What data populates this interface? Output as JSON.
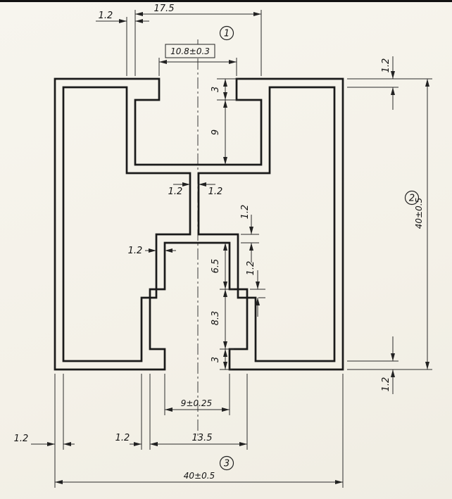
{
  "drawing": {
    "type": "extrusion-profile-cross-section",
    "dims": {
      "top_left_wall": "1.2",
      "top_cavity_width": "17.5",
      "slot_opening": "10.8±0.3",
      "top_wall_thickness": "1.2",
      "lip_depth": "3",
      "cavity_depth": "9",
      "floor_thickness": "1.2",
      "neck_thickness": "1.2",
      "bottom_top_wall_thickness": "1.2",
      "step_wall_thickness": "1.2",
      "upper_channel_wall": "1.2",
      "upper_channel_height": "6.5",
      "lower_channel_height": "8.3",
      "bottom_lip_height": "3",
      "bottom_opening": "9±0.25",
      "channel_width": "13.5",
      "channel_wall": "1.2",
      "outer_wall_thickness": "1.2",
      "bottom_wall_thickness": "1.2",
      "overall_height": "40±0.5",
      "overall_width": "40±0.5"
    },
    "balloons": {
      "one": "1",
      "two": "2",
      "three": "3"
    },
    "colors": {
      "paper": "#f5f2ea",
      "line": "#1a1a1a"
    }
  }
}
